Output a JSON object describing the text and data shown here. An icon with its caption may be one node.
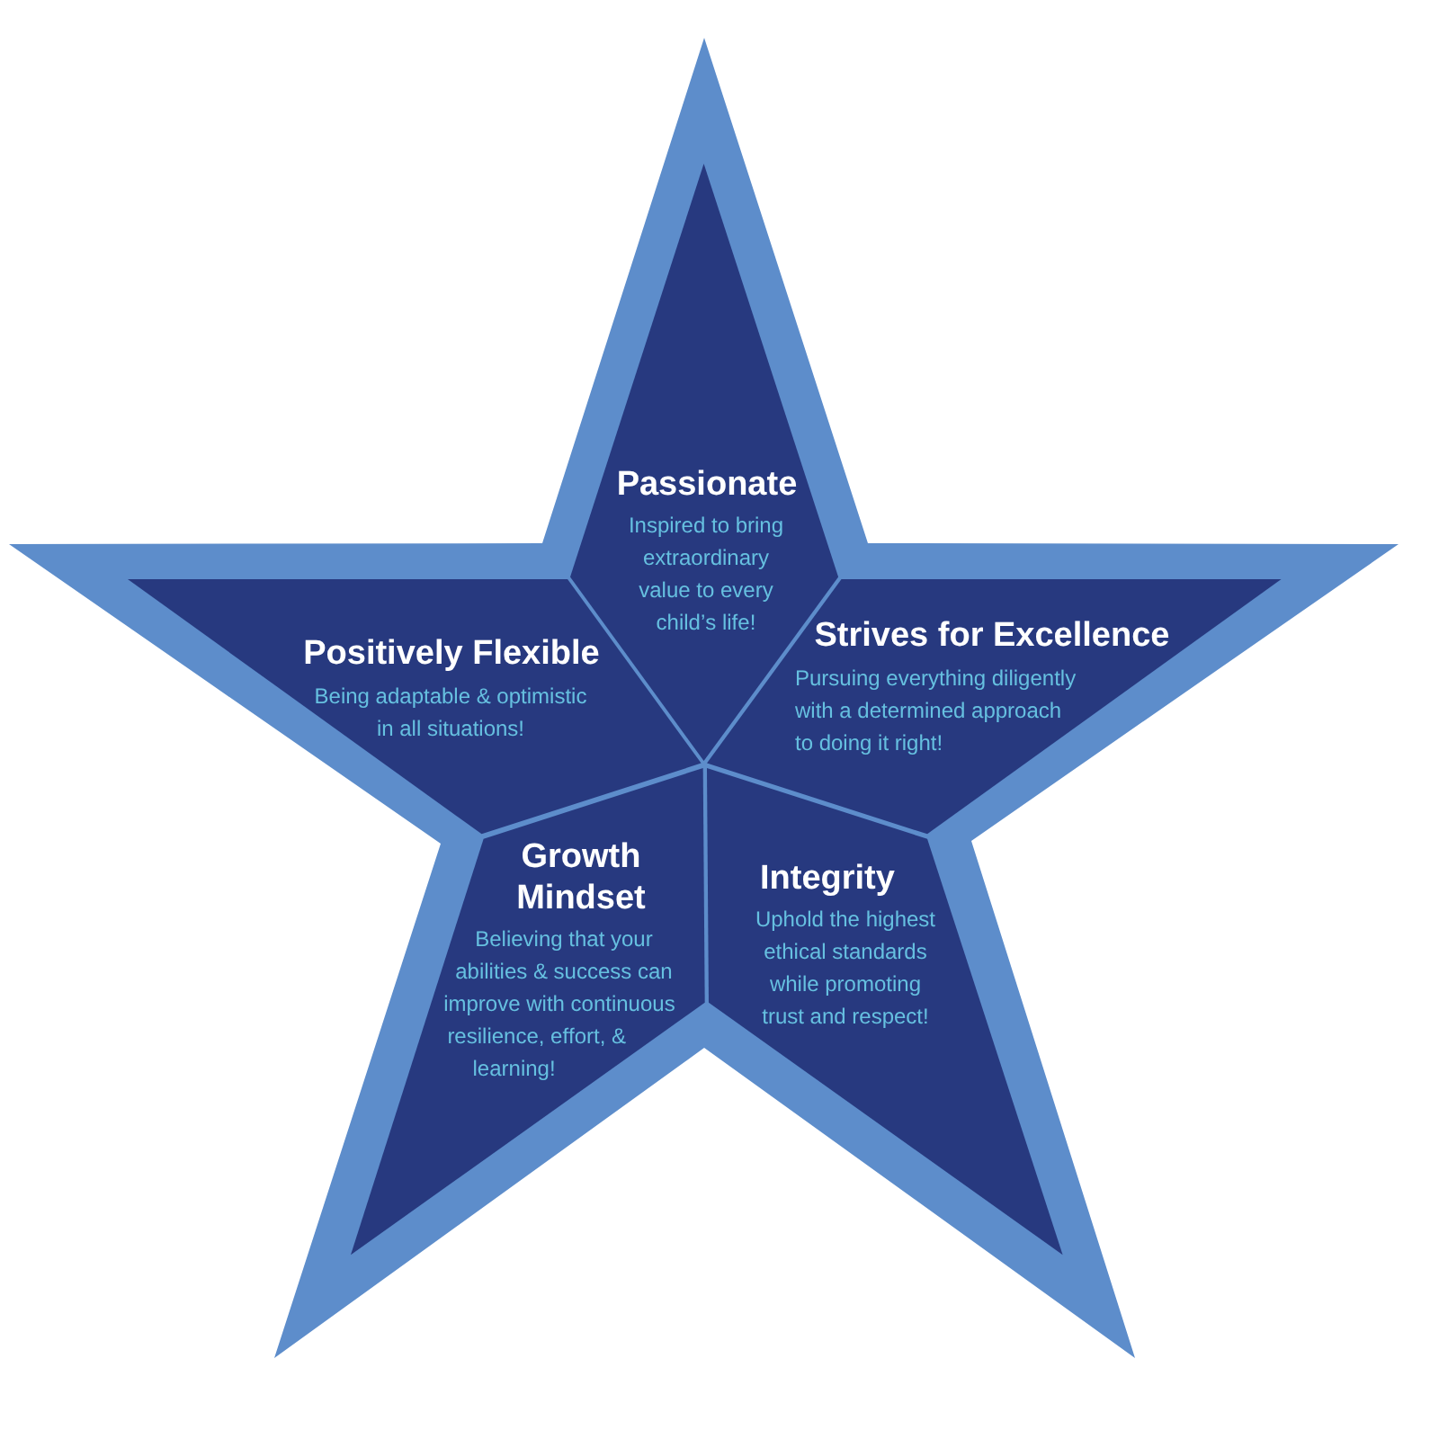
{
  "diagram": {
    "nodes": [
      {
        "text": [],
        "shape": "star"
      },
      {
        "text": [
          "Passionate",
          "Inspired to bring extraordinary value to every child’s life!"
        ],
        "in": 0
      },
      {
        "text": [
          "Positively Flexible",
          "Being adaptable & optimistic in all situations!"
        ],
        "in": 0
      },
      {
        "text": [
          "Strives for Excellence",
          "Pursuing everything diligently with a determined approach to doing it right!"
        ],
        "in": 0
      },
      {
        "text": [
          "Growth Mindset",
          "Believing that your abilities & success can improve with continuous resilience, effort, & learning!"
        ],
        "in": 0
      },
      {
        "text": [
          "Integrity",
          "Uphold the highest ethical standards while promoting trust and respect!"
        ],
        "in": 0
      }
    ]
  }
}
